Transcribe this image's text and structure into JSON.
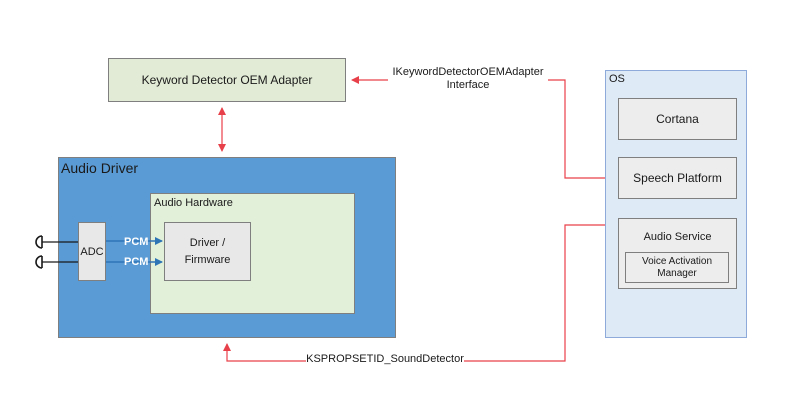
{
  "kw_adapter": {
    "label": "Keyword Detector OEM Adapter"
  },
  "interface": {
    "line1": "IKeywordDetectorOEMAdapter",
    "line2": "Interface"
  },
  "audio_driver": {
    "title": "Audio Driver"
  },
  "audio_hardware": {
    "title": "Audio Hardware"
  },
  "firmware": {
    "line1": "Driver /",
    "line2": "Firmware"
  },
  "adc": {
    "label": "ADC"
  },
  "pcm": {
    "top": "PCM",
    "bottom": "PCM"
  },
  "os": {
    "title": "OS",
    "cortana": "Cortana",
    "speech_platform": "Speech Platform",
    "audio_service": "Audio Service",
    "vam_line1": "Voice Activation",
    "vam_line2": "Manager"
  },
  "ks_property": {
    "label": "KSPROPSETID_SoundDetector"
  },
  "colors": {
    "red_link": "#e8404a",
    "blue_link": "#2e75b6",
    "gray_link": "#a6a6a6",
    "driver_blue": "#5b9bd5",
    "hardware_green": "#e2efd9",
    "os_blue": "#deeaf6"
  }
}
